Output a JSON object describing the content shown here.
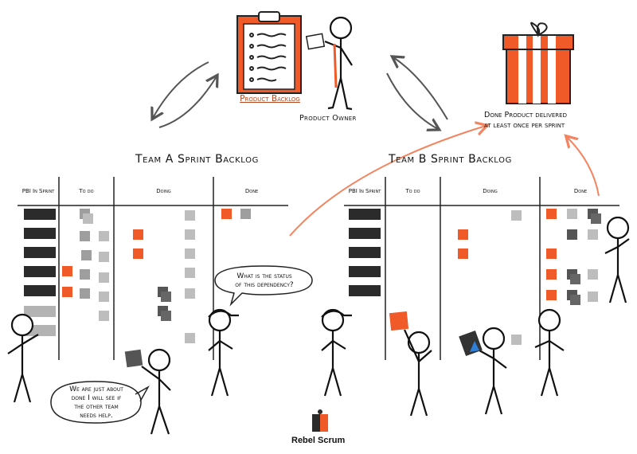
{
  "product_backlog_label": "Product Backlog",
  "product_owner_label": "Product Owner",
  "done_product_label_line1": "Done Product delivered",
  "done_product_label_line2": "at least once per sprint",
  "team_a": {
    "title": "Team A Sprint Backlog",
    "columns": [
      "PBI In Sprint",
      "To do",
      "Doing",
      "Done"
    ]
  },
  "team_b": {
    "title": "Team B Sprint Backlog",
    "columns": [
      "PBI In Sprint",
      "To do",
      "Doing",
      "Done"
    ]
  },
  "bubble_question_line1": "What is the status",
  "bubble_question_line2": "of this dependency?",
  "bubble_answer_line1": "We are just about",
  "bubble_answer_line2": "done I will see if",
  "bubble_answer_line3": "the other team",
  "bubble_answer_line4": "needs help.",
  "logo_text": "Rebel Scrum",
  "colors": {
    "orange": "#f05a28",
    "dark_card": "#2b2b2b",
    "grey_card": "#9e9e9e",
    "light_card": "#bdbdbd",
    "arrow_grey": "#555555",
    "arrow_orange": "#f4845f"
  }
}
